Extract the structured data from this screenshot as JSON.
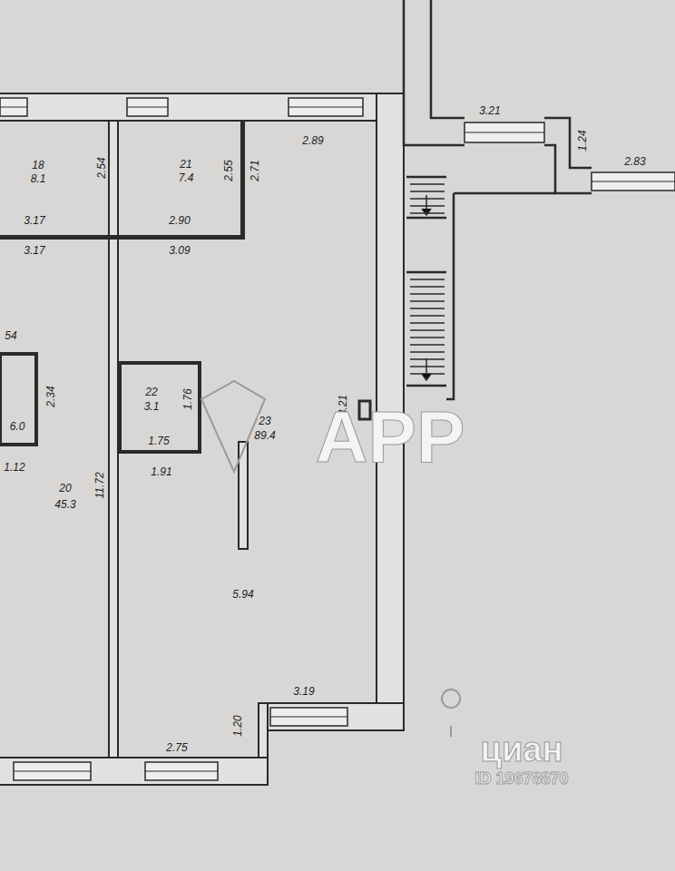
{
  "diagram": {
    "labels": [
      "2.89",
      "3.21",
      "1.24",
      "2.83",
      "18",
      "8.1",
      "2.54",
      "21",
      "7.4",
      "2.55",
      "2.71",
      "3.17",
      "3.17",
      "2.90",
      "3.09",
      "54",
      "2.34",
      "6.0",
      "1.12",
      "20",
      "45.3",
      "11.72",
      "22",
      "3.1",
      "1.76",
      "1.75",
      "1.91",
      "23",
      "89.4",
      "13.21",
      "5.94",
      "3.19",
      "1.20",
      "2.75",
      "APP",
      "циан",
      "ID 19678870"
    ]
  }
}
